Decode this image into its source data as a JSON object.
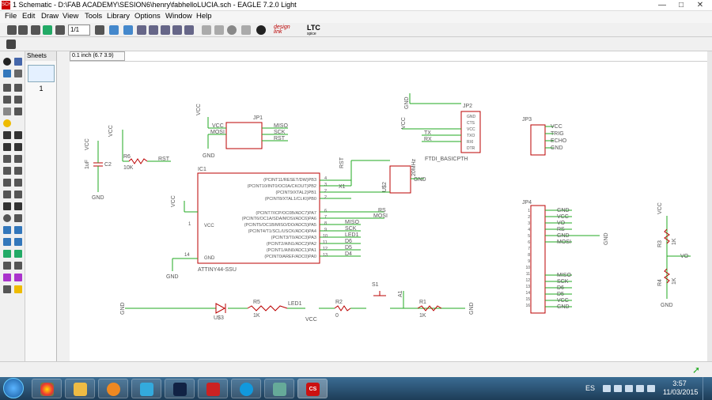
{
  "window": {
    "title": "1 Schematic - D:\\FAB ACADEMY\\SESION6\\henry\\fabhelloLUCIA.sch - EAGLE 7.2.0 Light",
    "icon_label": "SCH",
    "minimize": "—",
    "maximize": "□",
    "close": "✕"
  },
  "menu": [
    "File",
    "Edit",
    "Draw",
    "View",
    "Tools",
    "Library",
    "Options",
    "Window",
    "Help"
  ],
  "toolbar": {
    "zoom_select": "1/1",
    "designlink_top": "design",
    "designlink_bottom": "link",
    "ltc_top": "LTC",
    "ltc_bottom": "spice"
  },
  "sheets": {
    "title": "Sheets",
    "number": "1"
  },
  "command": {
    "coord": "0.1 inch (6.7 3.9)",
    "value": ""
  },
  "status": {
    "go_icon": "➚"
  },
  "taskbar": {
    "lang": "ES",
    "time": "3:57",
    "date": "11/03/2015",
    "eagle_label": "CS"
  },
  "schematic": {
    "ic1": {
      "ref": "IC1",
      "part": "ATTINY44-SSU",
      "left_pins": [
        {
          "num": "1",
          "name": "VCC"
        },
        {
          "num": "14",
          "name": "GND"
        }
      ],
      "right_pins": [
        {
          "num": "4",
          "name": "(PCINT11/RESET/DW)PB3"
        },
        {
          "num": "3",
          "name": "(PCINT10/INT0/OC0A/CKOUT)PB2"
        },
        {
          "num": "2",
          "name": "(PCINT9/XTAL2)PB1"
        },
        {
          "num": "2",
          "name": "(PCINT8/XTAL1/CLKI)PB0"
        },
        {
          "num": "6",
          "name": "(PCINT7/ICP/OC0B/ADC7)PA7"
        },
        {
          "num": "7",
          "name": "(PCINT6/OC1A/SDA/MOSI/ADC6)PA6"
        },
        {
          "num": "8",
          "name": "(PCINT5/OC1B/MISO/DO/ADC5)PA5"
        },
        {
          "num": "9",
          "name": "(PCINT4/T1/SCL/USCK/ADC4)PA4"
        },
        {
          "num": "10",
          "name": "(PCINT3/T0/ADC3)PA3"
        },
        {
          "num": "11",
          "name": "(PCINT2/AIN1/ADC2)PA2"
        },
        {
          "num": "12",
          "name": "(PCINT1/AIN0/ADC1)PA1"
        },
        {
          "num": "13",
          "name": "(PCINT0/AREF/ADC0)PA0"
        }
      ]
    },
    "jp1": {
      "ref": "JP1",
      "left": [
        "VCC",
        "MOSI"
      ],
      "right": [
        "MISO",
        "SCK",
        "RST"
      ]
    },
    "jp2": {
      "ref": "JP2",
      "part": "FTDI_BASICPTH",
      "pins": [
        "GND",
        "CTS",
        "VCC",
        "TXO",
        "RXI",
        "DTR"
      ],
      "nets": [
        "TX",
        "RX"
      ]
    },
    "jp3": {
      "ref": "JP3",
      "nets": [
        "VCC",
        "TRIG",
        "ECHO",
        "GND"
      ]
    },
    "jp4": {
      "ref": "JP4",
      "pins": [
        "1",
        "2",
        "3",
        "4",
        "5",
        "6",
        "7",
        "8",
        "9",
        "10",
        "11",
        "12",
        "13",
        "14",
        "15",
        "16"
      ],
      "nets_top": [
        "GND",
        "VCC",
        "VO",
        "RS",
        "GND",
        "MOSI"
      ],
      "nets_bottom": [
        "MISO",
        "SCK",
        "D6",
        "D5",
        "VCC",
        "GND"
      ]
    },
    "r6": {
      "ref": "R6",
      "value": "10K",
      "net": "RST"
    },
    "c2": {
      "ref": "C2",
      "value": "1uF"
    },
    "u2": {
      "ref": "U$2",
      "value": "20MHz"
    },
    "r3": {
      "ref": "R3",
      "value": "1K"
    },
    "r4": {
      "ref": "R4",
      "value": "1K"
    },
    "bottom": {
      "led": "U$3",
      "r5": "R5",
      "r5v": "1K",
      "led1": "LED1",
      "r2": "R2",
      "r2v": "0",
      "s1": "S1",
      "a1": "A1",
      "r1": "R1",
      "r1v": "1K"
    },
    "labels": {
      "vcc": "VCC",
      "gnd": "GND",
      "rst": "RST",
      "x1": "X1",
      "rs": "RS",
      "mosi": "MOSI",
      "miso": "MISO",
      "sck": "SCK",
      "led1": "LED1",
      "d6": "D6",
      "d5": "D5",
      "d4": "D4",
      "vo": "VO"
    }
  }
}
